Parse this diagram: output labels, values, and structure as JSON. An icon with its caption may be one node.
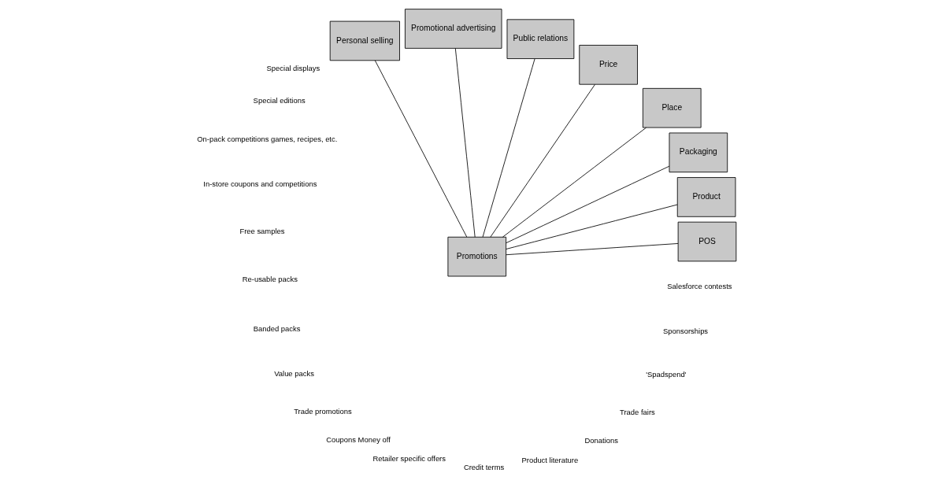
{
  "diagram": {
    "nodes": [
      {
        "text": [
          "Promotions"
        ]
      },
      {
        "text": [
          "POS"
        ]
      },
      {
        "text": [
          "Product"
        ]
      },
      {
        "text": [
          "Packaging"
        ]
      },
      {
        "text": [
          "Place"
        ]
      },
      {
        "text": [
          "Price"
        ]
      },
      {
        "text": [
          "Public relations"
        ]
      },
      {
        "text": [
          "Promotional advertising"
        ]
      },
      {
        "text": [
          "Personal selling"
        ]
      }
    ],
    "edges": [
      {
        "from": 0,
        "to": 1,
        "arrow": "none"
      },
      {
        "from": 0,
        "to": 2,
        "arrow": "none"
      },
      {
        "from": 0,
        "to": 3,
        "arrow": "none"
      },
      {
        "from": 0,
        "to": 4,
        "arrow": "none"
      },
      {
        "from": 0,
        "to": 5,
        "arrow": "none"
      },
      {
        "from": 0,
        "to": 6,
        "arrow": "none"
      },
      {
        "from": 0,
        "to": 7,
        "arrow": "none"
      },
      {
        "from": 0,
        "to": 8,
        "arrow": "none"
      }
    ],
    "labels": [
      "Special displays",
      "Special editions",
      "On-pack competitions games, recipes, etc.",
      "In-store coupons and competitions",
      "Free samples",
      "Re-usable packs",
      "Banded packs",
      "Value packs",
      "Trade promotions",
      "Coupons Money off",
      "Retailer specific offers",
      "Credit terms",
      "Product literature",
      "Donations",
      "Trade fairs",
      "'Spadspend'",
      "Sponsorships",
      "Salesforce contests"
    ]
  }
}
